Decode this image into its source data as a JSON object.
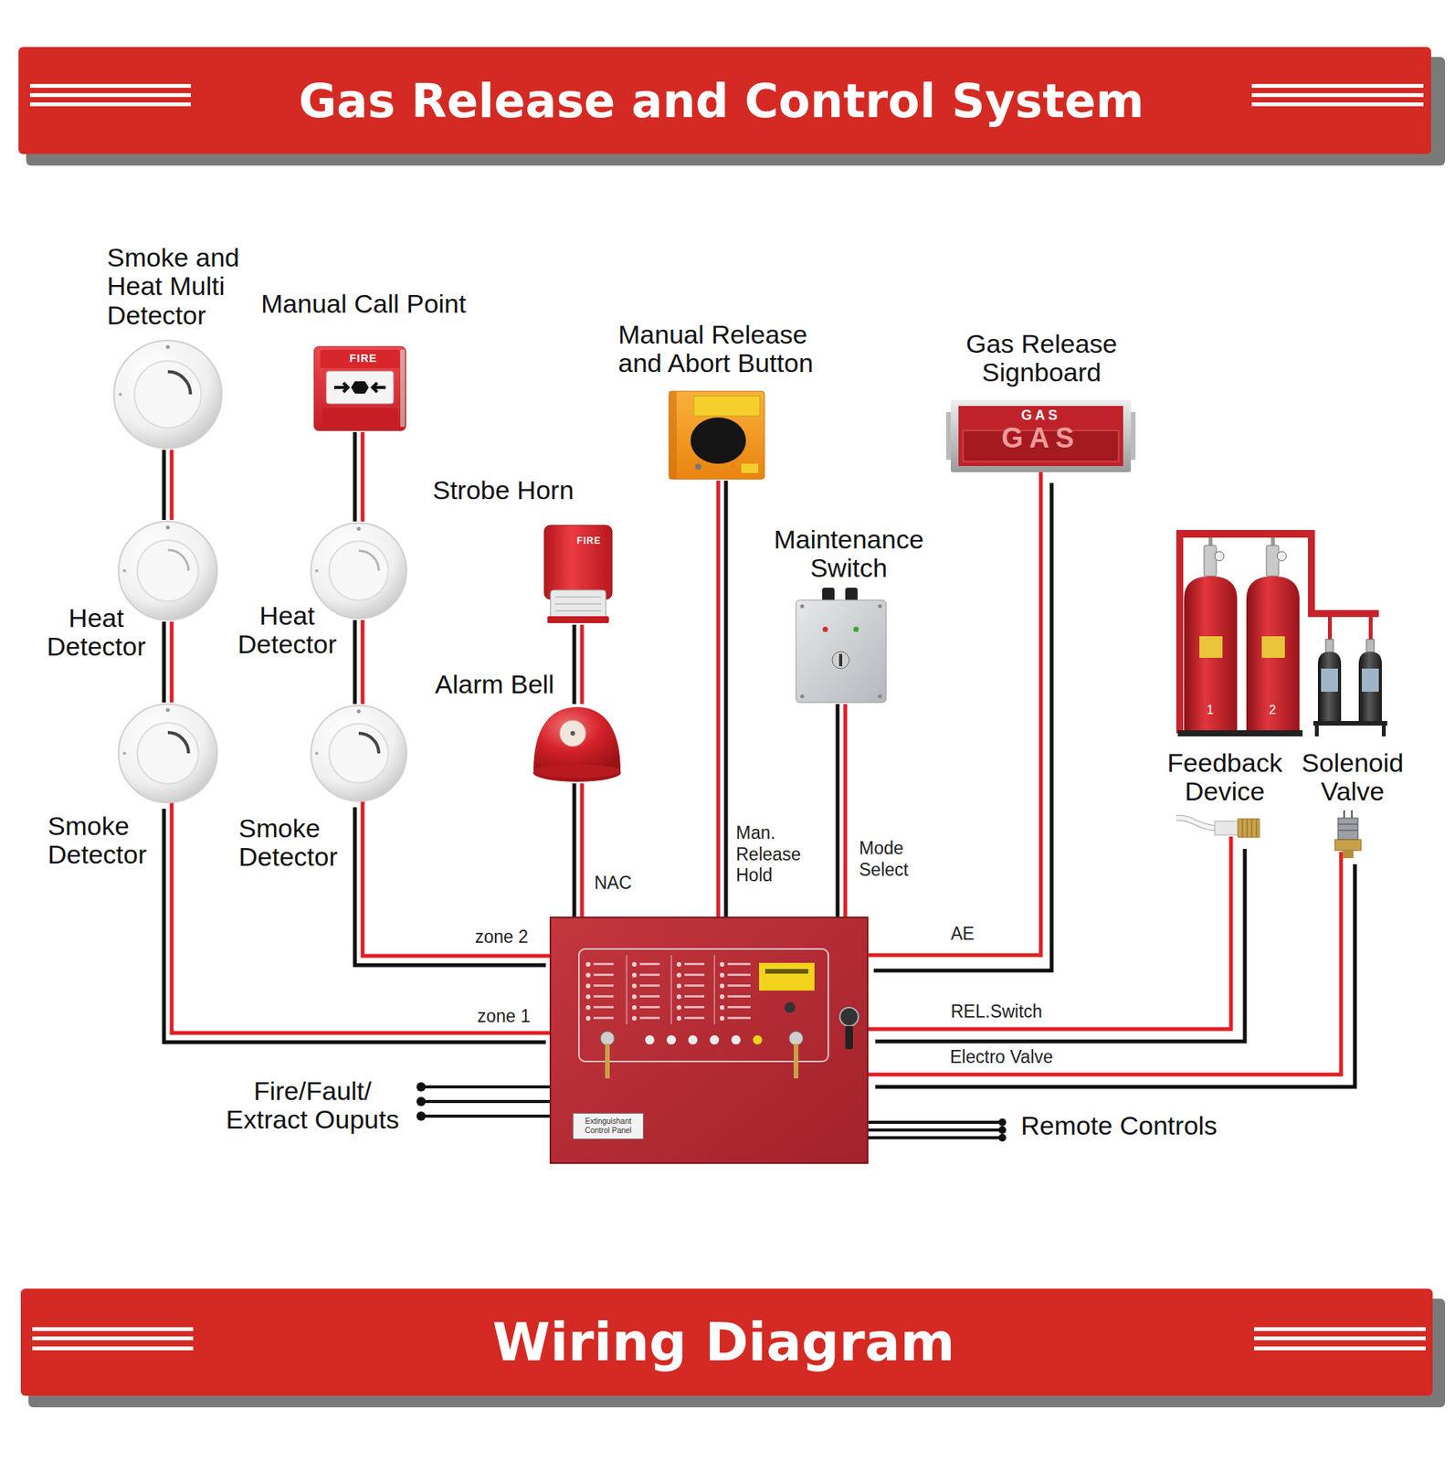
{
  "diagram": {
    "title": "Gas Release and Control System",
    "caption": "Wiring Diagram",
    "nodes": [
      {
        "text": [
          "Smoke and Heat Multi Detector"
        ]
      },
      {
        "text": [
          "Heat Detector"
        ]
      },
      {
        "text": [
          "Smoke Detector"
        ]
      },
      {
        "text": [
          "Manual Call Point"
        ]
      },
      {
        "text": [
          "Heat Detector"
        ]
      },
      {
        "text": [
          "Smoke Detector"
        ]
      },
      {
        "text": [
          "Strobe Horn"
        ]
      },
      {
        "text": [
          "Alarm Bell"
        ]
      },
      {
        "text": [
          "Manual Release and Abort Button"
        ]
      },
      {
        "text": [
          "Maintenance Switch"
        ]
      },
      {
        "text": [
          "Gas Release Signboard"
        ]
      },
      {
        "text": [
          "Feedback Device"
        ]
      },
      {
        "text": [
          "Solenoid Valve"
        ]
      },
      {
        "text": [
          "Extinguishant Control Panel"
        ]
      }
    ],
    "edges": [
      {
        "from": 0,
        "to": 1,
        "arrow": "none"
      },
      {
        "from": 1,
        "to": 2,
        "arrow": "none"
      },
      {
        "from": 2,
        "to": 13,
        "label": "zone 1",
        "arrow": "none"
      },
      {
        "from": 3,
        "to": 4,
        "arrow": "none"
      },
      {
        "from": 4,
        "to": 5,
        "arrow": "none"
      },
      {
        "from": 5,
        "to": 13,
        "label": "zone 2",
        "arrow": "none"
      },
      {
        "from": 6,
        "to": 7,
        "arrow": "none"
      },
      {
        "from": 7,
        "to": 13,
        "label": "NAC",
        "arrow": "none"
      },
      {
        "from": 8,
        "to": 13,
        "label": "Man. Release Hold",
        "arrow": "none"
      },
      {
        "from": 9,
        "to": 13,
        "label": "Mode Select",
        "arrow": "none"
      },
      {
        "from": 10,
        "to": 13,
        "label": "AE",
        "arrow": "none"
      },
      {
        "from": 11,
        "to": 13,
        "label": "REL.Switch",
        "arrow": "none"
      },
      {
        "from": 12,
        "to": 13,
        "label": "Electro Valve",
        "arrow": "none"
      }
    ],
    "labels": [
      "FIRE",
      "FIRE",
      "GAS",
      "GAS",
      "1",
      "2",
      "Fire/Fault/ Extract Ouputs",
      "Remote Controls"
    ]
  }
}
